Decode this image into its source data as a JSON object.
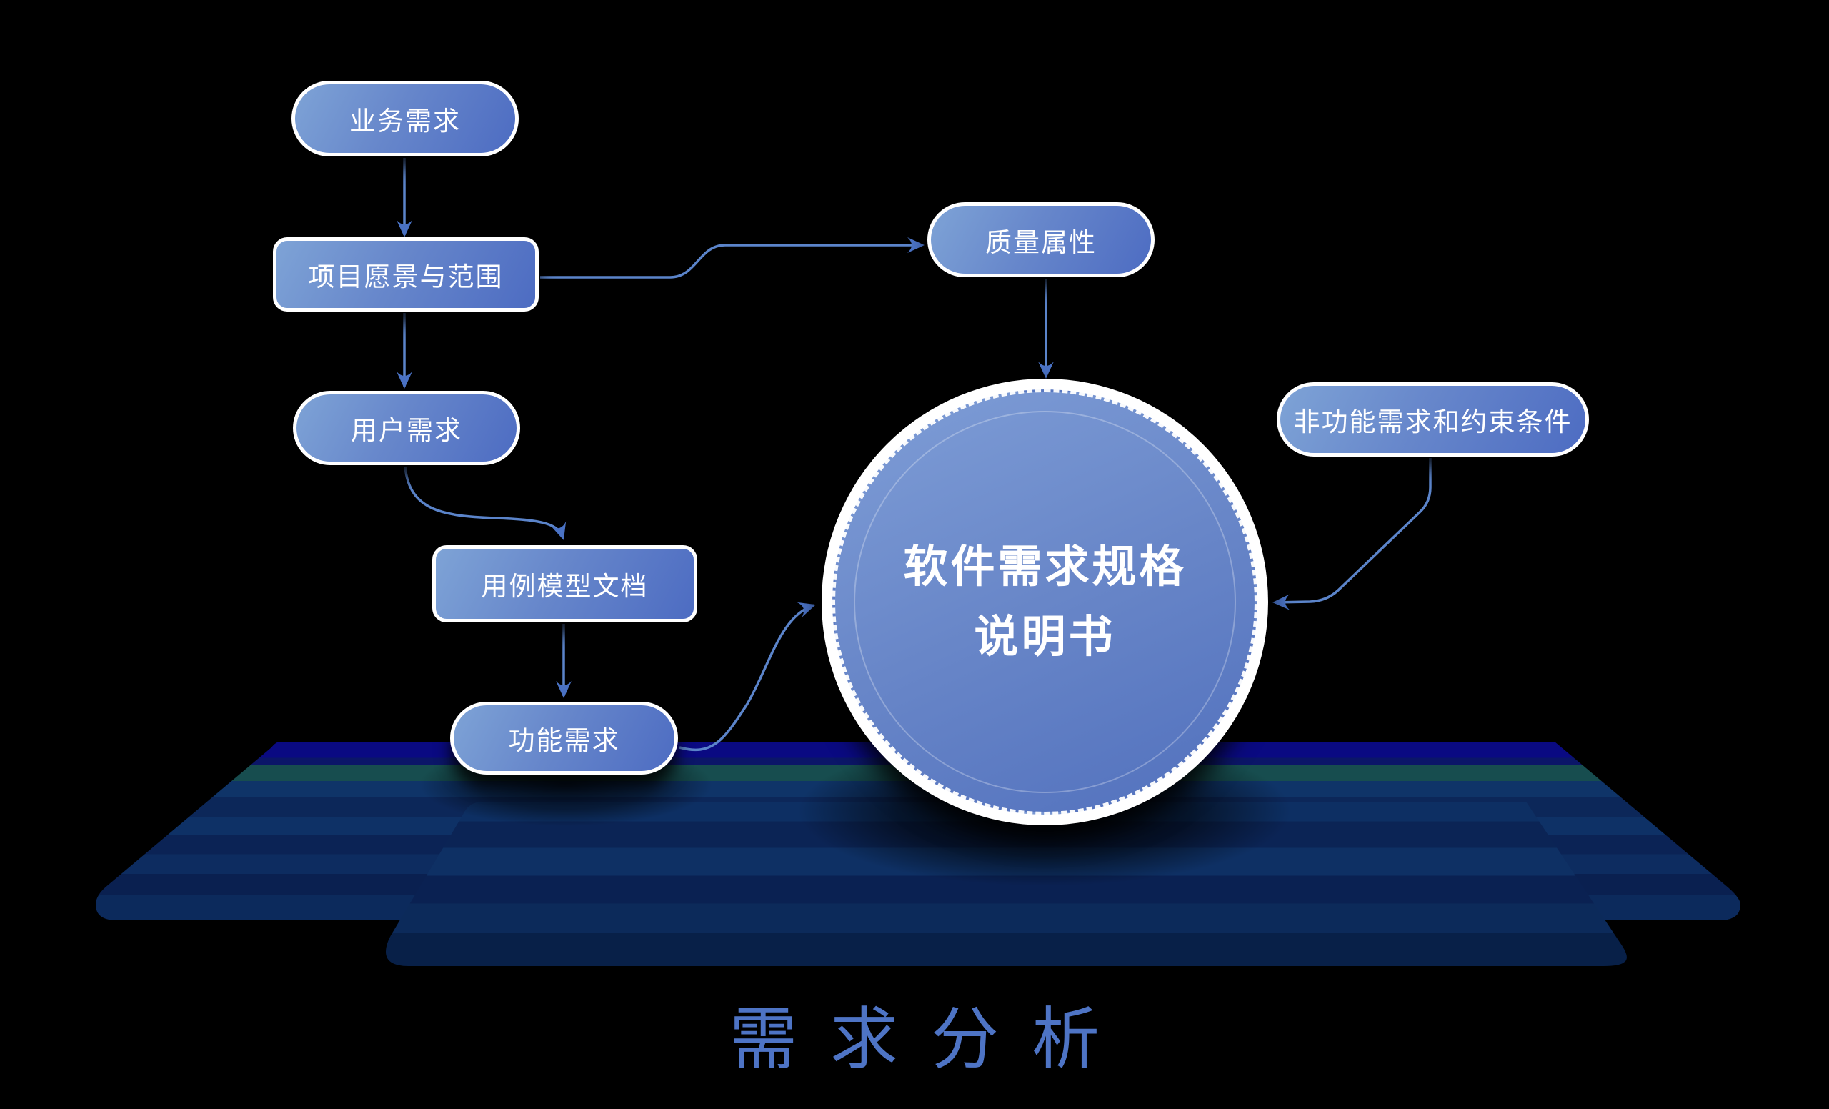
{
  "title": {
    "text": "需求分析"
  },
  "center_circle": {
    "line1": "软件需求规格",
    "line2": "说明书"
  },
  "nodes": [
    {
      "id": "business",
      "label": "业务需求"
    },
    {
      "id": "vision",
      "label": "项目愿景与范围"
    },
    {
      "id": "user",
      "label": "用户需求"
    },
    {
      "id": "usecase",
      "label": "用例模型文档"
    },
    {
      "id": "functional",
      "label": "功能需求"
    },
    {
      "id": "quality",
      "label": "质量属性"
    },
    {
      "id": "nonfunctional",
      "label": "非功能需求和约束条件"
    }
  ],
  "edges": [
    {
      "from": "业务需求",
      "to": "项目愿景与范围"
    },
    {
      "from": "项目愿景与范围",
      "to": "用户需求"
    },
    {
      "from": "项目愿景与范围",
      "to": "质量属性"
    },
    {
      "from": "用户需求",
      "to": "用例模型文档"
    },
    {
      "from": "用例模型文档",
      "to": "功能需求"
    },
    {
      "from": "功能需求",
      "to": "软件需求规格说明书"
    },
    {
      "from": "质量属性",
      "to": "软件需求规格说明书"
    },
    {
      "from": "非功能需求和约束条件",
      "to": "软件需求规格说明书"
    }
  ],
  "colors": {
    "node_gradient_start": "#7ea3d6",
    "node_gradient_end": "#4d6cc2",
    "node_border": "#ffffff",
    "connector": "#5b84ca",
    "arrowhead": "#4a72c4",
    "title_text": "#4e74c5",
    "platform_navy_bright": "#0a0a82",
    "platform_teal_stripe": "#174d4f",
    "platform_navy_dark": "#0a2050",
    "background": "#000000"
  }
}
